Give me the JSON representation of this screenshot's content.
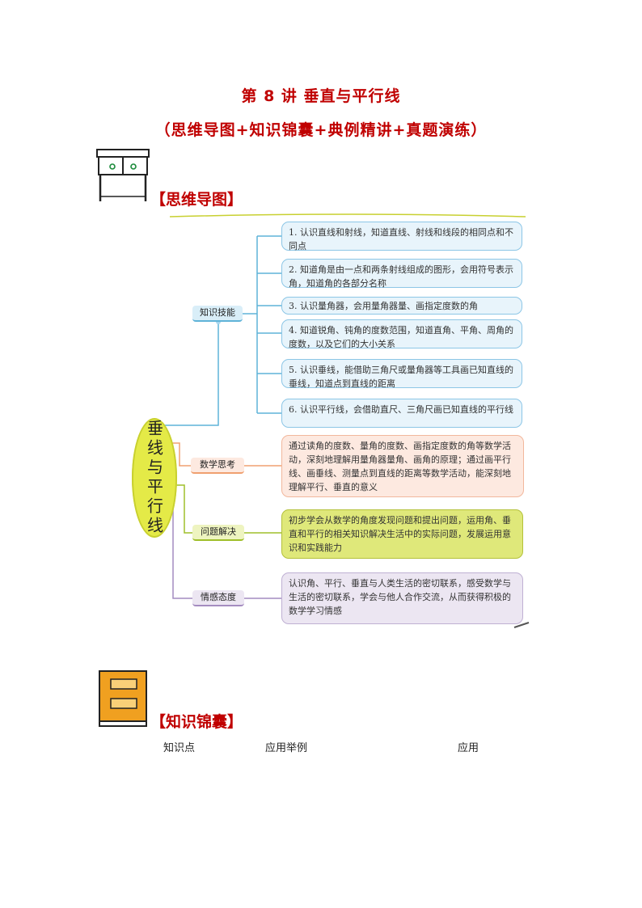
{
  "header": {
    "title": "第 8 讲  垂直与平行线",
    "subtitle": "（思维导图+知识锦囊+典例精讲+真题演练）"
  },
  "sections": {
    "mindmap_heading": "【思维导图】",
    "knowledge_heading": "【知识锦囊】"
  },
  "mindmap": {
    "center": "垂线与平行线",
    "branches": [
      {
        "label": "知识技能",
        "items": [
          "1. 认识直线和射线，知道直线、射线和线段的相同点和不同点",
          "2. 知道角是由一点和两条射线组成的图形，会用符号表示角，知道角的各部分名称",
          "3. 认识量角器，会用量角器量、画指定度数的角",
          "4. 知道锐角、钝角的度数范围，知道直角、平角、周角的度数，以及它们的大小关系",
          "5. 认识垂线，能借助三角尺或量角器等工具画已知直线的垂线，知道点到直线的距离",
          "6. 认识平行线，会借助直尺、三角尺画已知直线的平行线"
        ]
      },
      {
        "label": "数学思考",
        "text": "通过读角的度数、量角的度数、画指定度数的角等数学活动，深刻地理解用量角器量角、画角的原理；通过画平行线、画垂线、测量点到直线的距离等数学活动，能深刻地理解平行、垂直的意义"
      },
      {
        "label": "问题解决",
        "text": "初步学会从数学的角度发现问题和提出问题，运用角、垂直和平行的相关知识解决生活中的实际问题，发展运用意识和实践能力"
      },
      {
        "label": "情感态度",
        "text": "认识角、平行、垂直与人类生活的密切联系，感受数学与生活的密切联系，学会与他人合作交流，从而获得积极的数学学习情感"
      }
    ]
  },
  "table": {
    "headers": [
      "知识点",
      "应用举例",
      "应用"
    ]
  },
  "colors": {
    "title_red": "#c00000",
    "skill_line": "#5fb3d8",
    "think_line": "#f0a070",
    "solve_line": "#9fbf2a",
    "feel_line": "#a48cc0"
  },
  "icons": [
    "cabinet-icon",
    "book-icon"
  ]
}
